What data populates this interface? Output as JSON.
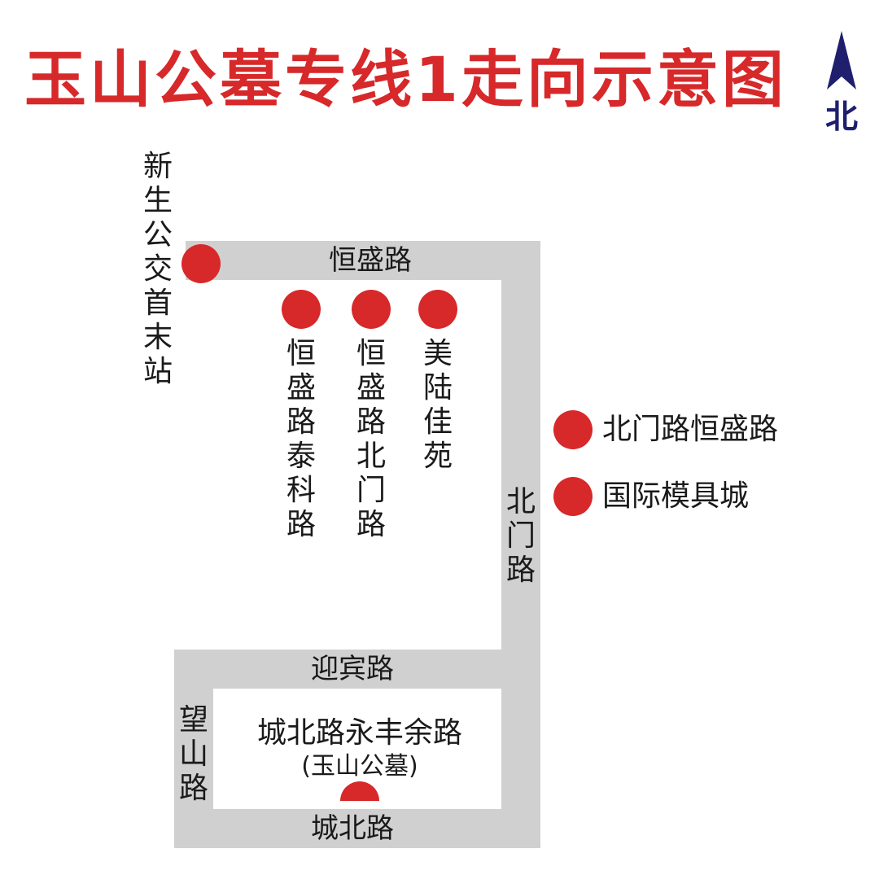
{
  "colors": {
    "title": "#d7282a",
    "road": "#d0d0d0",
    "stop": "#d7282a",
    "compass": "#1f1f6e"
  },
  "title": "玉山公墓专线1走向示意图",
  "compass": {
    "icon": "north-arrow-icon",
    "label": "北"
  },
  "roads": {
    "hengsheng": "恒盛路",
    "beimen": "北门路",
    "yingbin": "迎宾路",
    "wangshan": "望山路",
    "chengbei": "城北路"
  },
  "stops": {
    "start": "新生公交首末站",
    "hengsheng_taike": "恒盛路泰科路",
    "hengsheng_beimen": "恒盛路北门路",
    "meilu_jiayuan": "美陆佳苑",
    "beimen_hengsheng": "北门路恒盛路",
    "guoji_mojucheng": "国际模具城",
    "terminus_name": "城北路永丰余路",
    "terminus_sub": "(玉山公墓)"
  }
}
